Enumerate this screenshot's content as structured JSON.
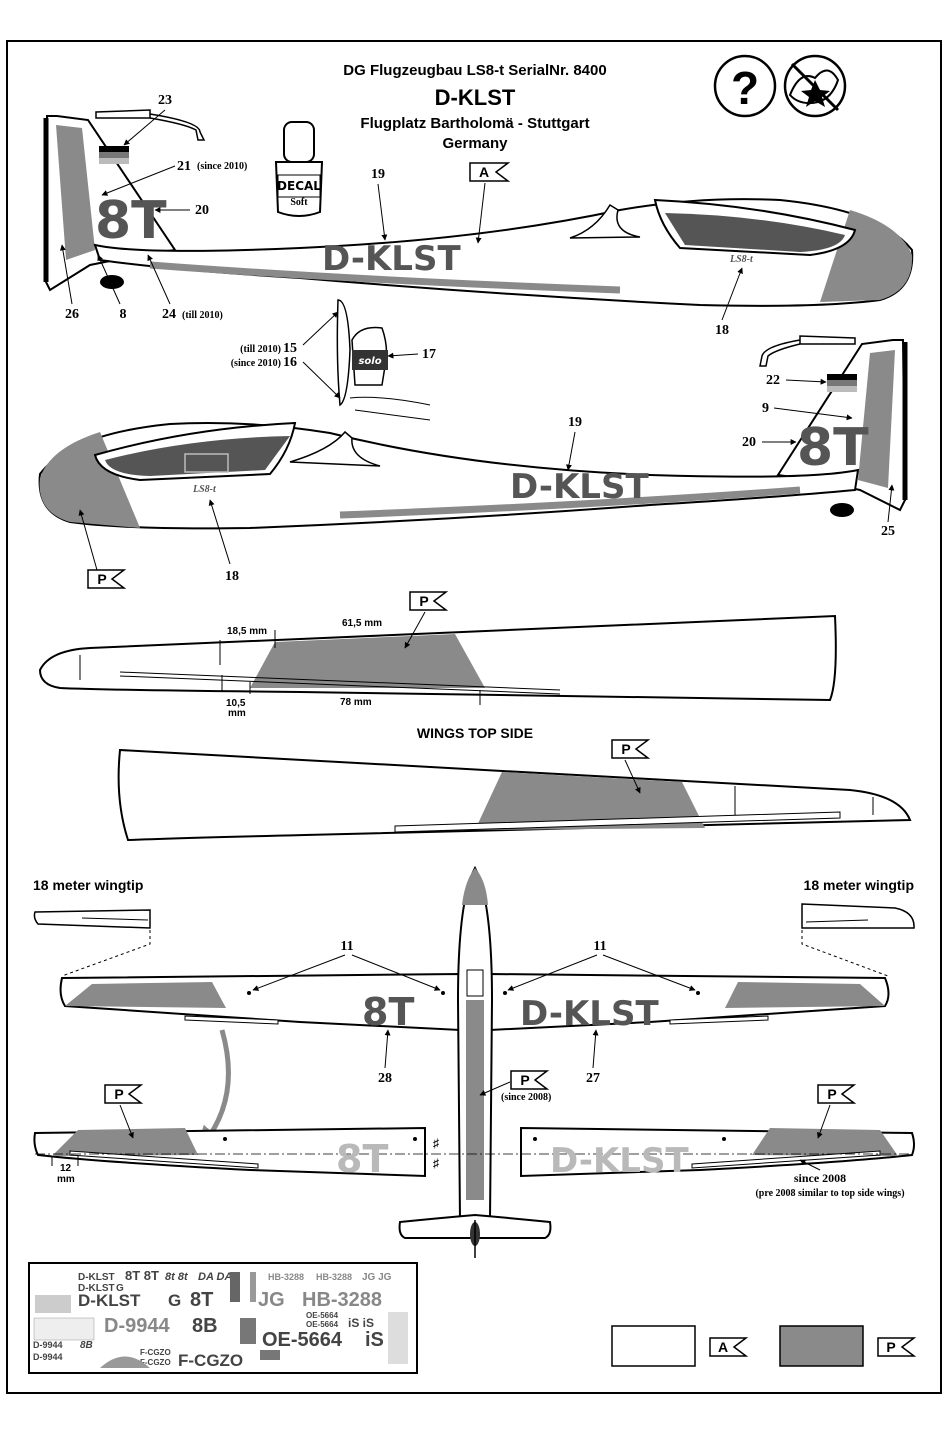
{
  "header": {
    "line1": "DG Flugzeugbau   LS8-t   SerialNr. 8400",
    "registration": "D-KLST",
    "location": "Flugplatz Bartholomä - Stuttgart",
    "country": "Germany"
  },
  "decal_soft": {
    "line1": "DECAL",
    "line2": "Soft"
  },
  "markers": {
    "A": "A",
    "P": "P"
  },
  "callouts": {
    "n23": "23",
    "n21": "21",
    "n21_note": "(since 2010)",
    "n20": "20",
    "n19": "19",
    "n26": "26",
    "n8": "8",
    "n24": "24",
    "n24_note": "(till 2010)",
    "n18": "18",
    "n15_note": "(till 2010)",
    "n15": "15",
    "n16_note": "(since 2010)",
    "n16": "16",
    "n17": "17",
    "n22": "22",
    "n9": "9",
    "n25": "25",
    "n11": "11",
    "n28": "28",
    "n27": "27"
  },
  "tail_code": "8T",
  "reg_side": "D-KLST",
  "ls8_logo": "LS8-t",
  "solo_label": "solo",
  "dimensions": {
    "d1": "18,5 mm",
    "d2": "61,5 mm",
    "d3": "10,5",
    "d3b": "mm",
    "d4": "78 mm",
    "d5": "12",
    "d5b": "mm"
  },
  "labels": {
    "wings_top": "WINGS  TOP SIDE",
    "wingtip_left": "18 meter wingtip",
    "wingtip_right": "18 meter wingtip",
    "since2008": "(since 2008)",
    "since2008b": "since 2008",
    "pre2008": "(pre 2008 similar to top side wings)"
  },
  "sheet": {
    "r1a": "D-KLST",
    "r1b": "8T 8T",
    "r1c": "8t 8t",
    "r1d": "DA DA",
    "r1e": "HB-3288",
    "r1f": "HB-3288",
    "r1g": "JG JG",
    "r2a": "D-KLST",
    "r2b": "G",
    "r3a": "D-KLST",
    "r3b": "G",
    "r3c": "8T",
    "r3d": "JG",
    "r3e": "HB-3288",
    "r4a": "OE-5664",
    "r4b": "OE-5664",
    "r4c": "iS iS",
    "r5a": "D-9944",
    "r5b": "8B",
    "r5c": "OE-5664",
    "r5d": "iS",
    "r6a": "D-9944",
    "r6b": "8B",
    "r6c": "F-CGZO",
    "r7a": "D-9944",
    "r7b": "F-CGZO",
    "r7c": "F-CGZO"
  },
  "colors": {
    "grey": "#8a8a8a",
    "light_grey": "#b9b9b9",
    "border": "#000000",
    "paper": "#ffffff"
  }
}
